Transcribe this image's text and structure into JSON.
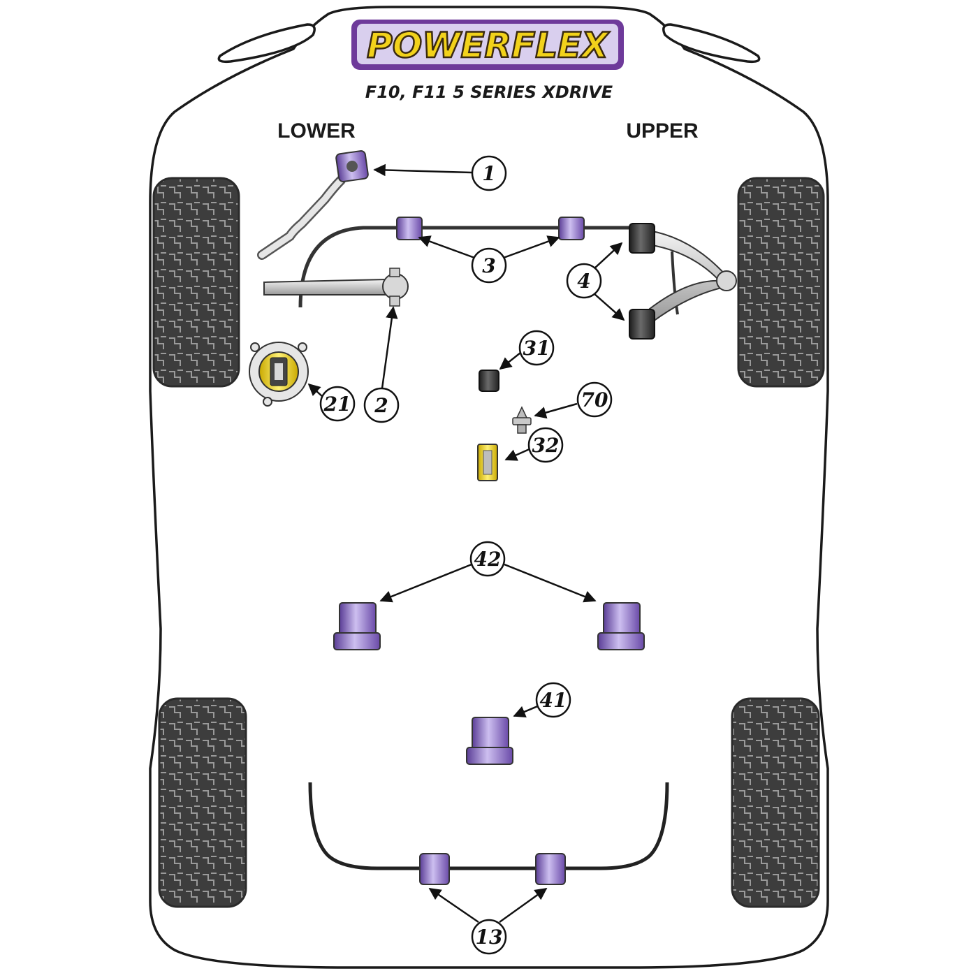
{
  "brand": {
    "name": "POWERFLEX",
    "colors": {
      "yellow": "#f2d21b",
      "purple": "#6e3a9a",
      "bushing_purple": "#8a68c4",
      "bushing_dark": "#3a3a3a"
    }
  },
  "title": {
    "model": "F10, F11 5 SERIES XDRIVE"
  },
  "labels": {
    "left": "LOWER",
    "right": "UPPER"
  },
  "callouts": [
    {
      "id": "c1",
      "number": "1"
    },
    {
      "id": "c2",
      "number": "2"
    },
    {
      "id": "c3",
      "number": "3"
    },
    {
      "id": "c4",
      "number": "4"
    },
    {
      "id": "c31",
      "number": "31"
    },
    {
      "id": "c21",
      "number": "21"
    },
    {
      "id": "c70",
      "number": "70"
    },
    {
      "id": "c32",
      "number": "32"
    },
    {
      "id": "c42",
      "number": "42"
    },
    {
      "id": "c41",
      "number": "41"
    },
    {
      "id": "c13",
      "number": "13"
    }
  ]
}
